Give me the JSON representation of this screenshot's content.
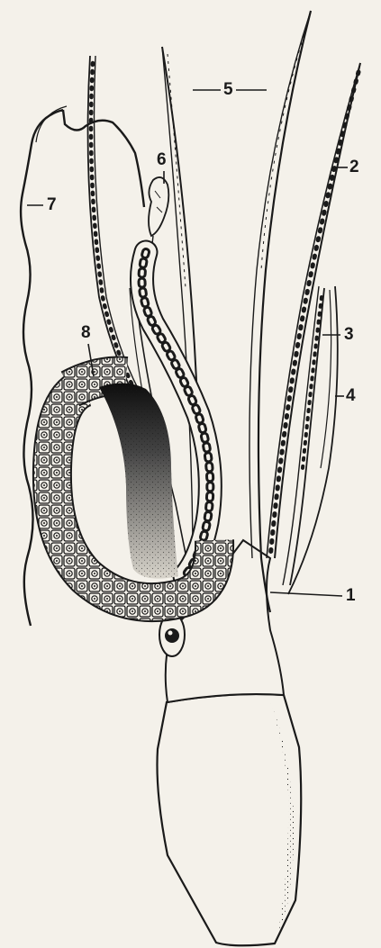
{
  "labels": {
    "l1": "1",
    "l2": "2",
    "l3": "3",
    "l4": "4",
    "l5": "5",
    "l6": "6",
    "l7": "7",
    "l8": "8"
  },
  "colors": {
    "ink": "#1a1a1a",
    "paper": "#f4f1ea",
    "shade": "#2a2a2a"
  }
}
